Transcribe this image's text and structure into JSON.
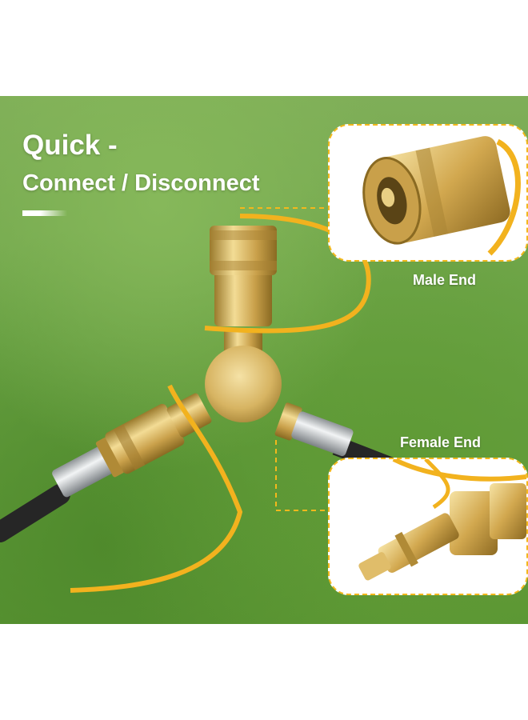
{
  "headline": {
    "line1": "Quick -",
    "line2": "Connect / Disconnect"
  },
  "callouts": {
    "male_label": "Male End",
    "female_label": "Female End"
  },
  "colors": {
    "accent_dash": "#f3b81c",
    "brass": "#d9b25c",
    "dust_cap": "#f2b21e",
    "hose": "#262626",
    "grass": "#6da547"
  },
  "icons": {
    "male_inset": "brass-female-socket-coupler",
    "female_inset": "brass-male-plug-on-y-splitter"
  }
}
